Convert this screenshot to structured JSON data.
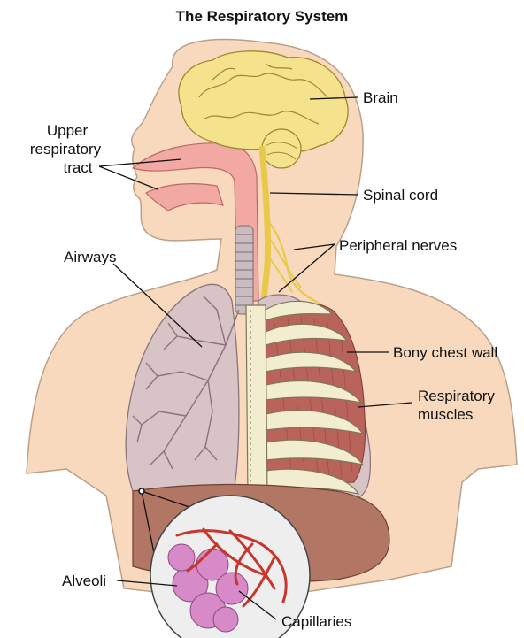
{
  "title": "The Respiratory System",
  "labels": {
    "upper_respiratory_tract": [
      "Upper",
      "respiratory",
      "tract"
    ],
    "brain": "Brain",
    "spinal_cord": "Spinal cord",
    "peripheral_nerves": "Peripheral nerves",
    "airways": "Airways",
    "bony_chest_wall": "Bony chest wall",
    "respiratory_muscles": [
      "Respiratory",
      "muscles"
    ],
    "alveoli": "Alveoli",
    "capillaries": "Capillaries"
  },
  "colors": {
    "skin": "#f8d9bd",
    "skin_outline": "#b9a08a",
    "brain": "#f5e28c",
    "nerve": "#e8c94a",
    "airway_pink": "#f2a9a4",
    "lung": "#d8c3c6",
    "rib": "#f2edcf",
    "muscle": "#b9635a",
    "liver": "#b27664",
    "capillary": "#c8352a",
    "alveoli": "#d889c8"
  }
}
